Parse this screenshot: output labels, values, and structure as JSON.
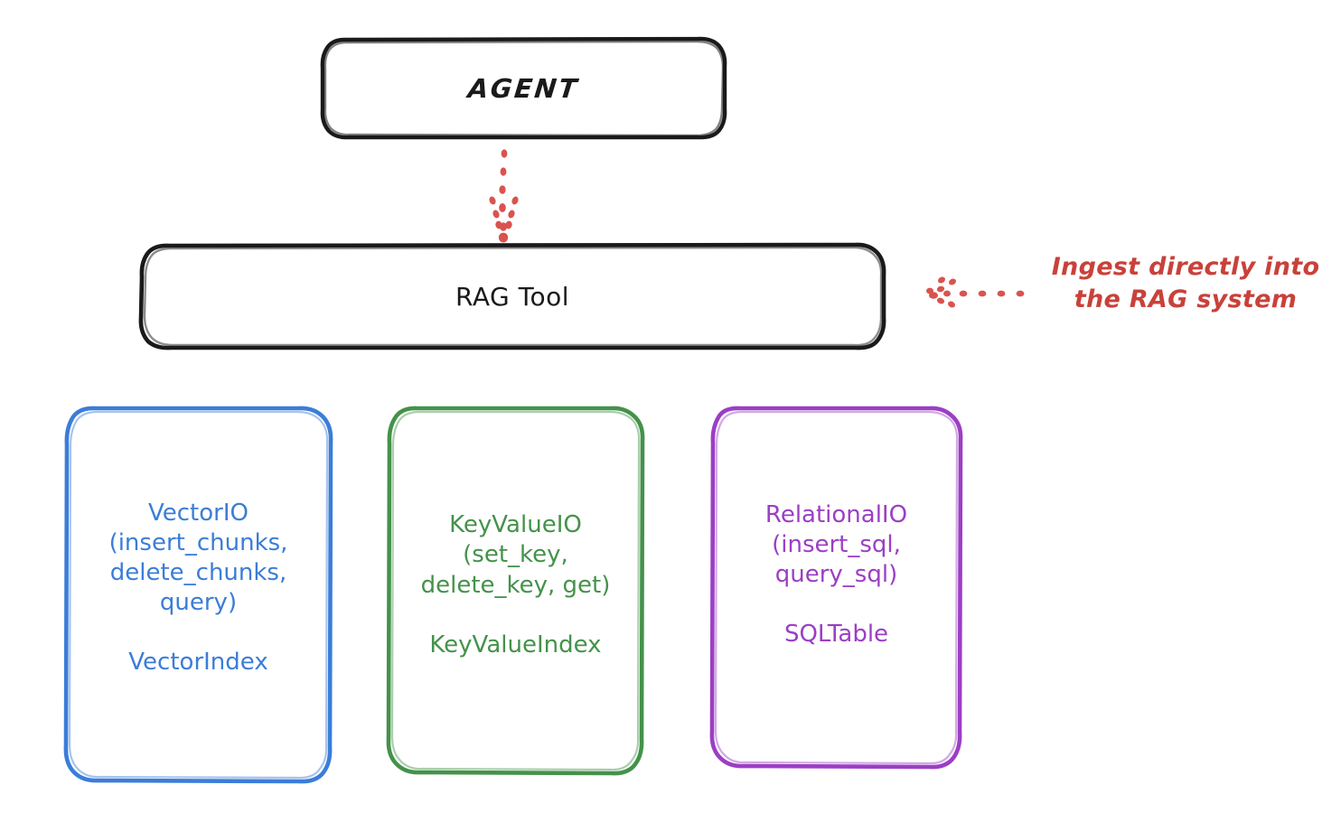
{
  "diagram": {
    "title_nodes": {
      "agent": {
        "label": "AGENT",
        "stroke_color": "#1a1a1a"
      },
      "rag_tool": {
        "label": "RAG Tool",
        "stroke_color": "#1a1a1a"
      }
    },
    "io_nodes": [
      {
        "id": "vector-io",
        "title": "VectorIO\n(insert_chunks,\ndelete_chunks,\nquery)",
        "subtitle": "VectorIndex",
        "color": "#3b7dd8"
      },
      {
        "id": "key-value-io",
        "title": "KeyValueIO\n(set_key,\ndelete_key, get)",
        "subtitle": "KeyValueIndex",
        "color": "#44924a"
      },
      {
        "id": "relational-io",
        "title": "RelationalIO\n(insert_sql,\nquery_sql)",
        "subtitle": "SQLTable",
        "color": "#9b3fc4"
      }
    ],
    "annotations": [
      {
        "id": "ingest-note",
        "text": "Ingest directly into\nthe RAG system",
        "color": "#c9413a"
      }
    ],
    "connectors": [
      {
        "id": "agent-to-rag-tool",
        "style": "dotted-arrow",
        "direction": "down",
        "color": "#d9534f"
      },
      {
        "id": "ingest-note-to-rag-tool",
        "style": "dotted-arrow",
        "direction": "left",
        "color": "#d9534f"
      }
    ]
  }
}
